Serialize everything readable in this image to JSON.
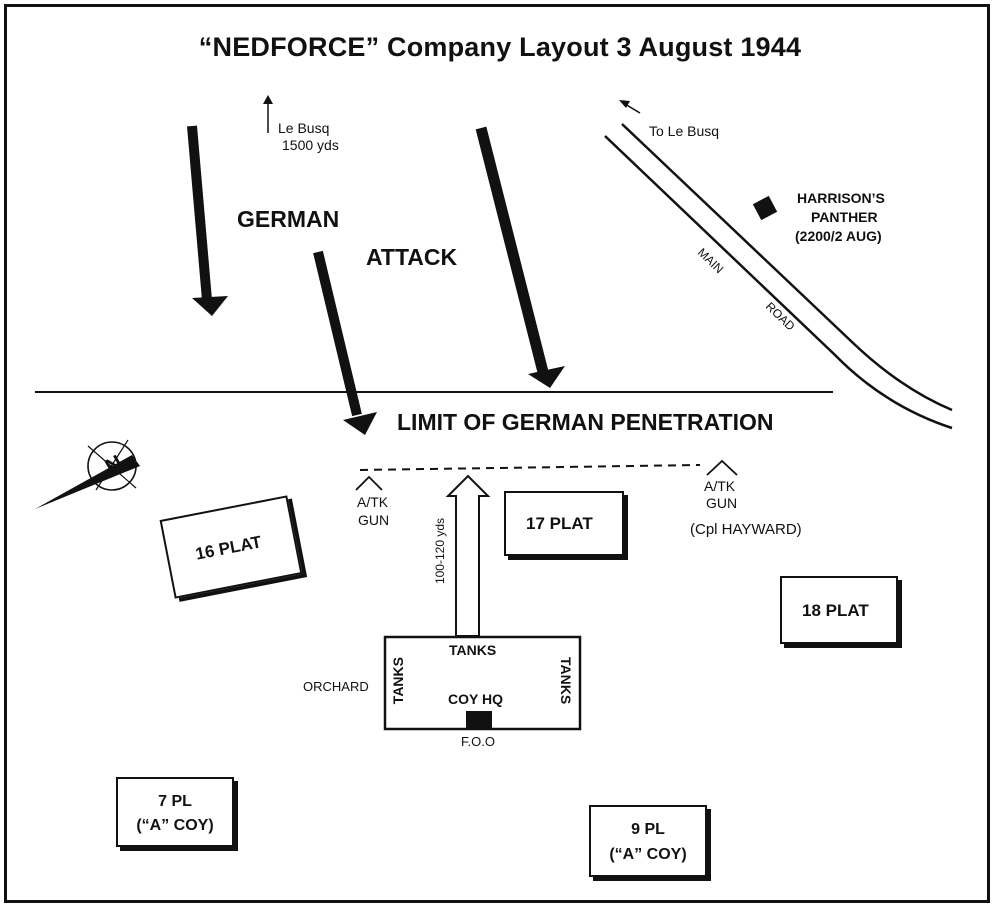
{
  "title": "“NEDFORCE” Company Layout 3 August 1944",
  "labels": {
    "le_busq_north": [
      "Le Busq",
      "1500 yds"
    ],
    "to_le_busq": "To Le Busq",
    "german": "GERMAN",
    "attack": "ATTACK",
    "harrisons_panther": [
      "HARRISON’S",
      "PANTHER",
      "(2200/2 AUG)"
    ],
    "main": "MAIN",
    "road": "ROAD",
    "limit": "LIMIT OF GERMAN PENETRATION",
    "atk_gun_left": [
      "A/TK",
      "GUN"
    ],
    "atk_gun_right": [
      "A/TK",
      "GUN"
    ],
    "cpl_hayward": "(Cpl HAYWARD)",
    "yds": "100-120 yds",
    "tanks_top": "TANKS",
    "tanks_left": "TANKS",
    "tanks_right": "TANKS",
    "coy_hq": "COY HQ",
    "orchard": "ORCHARD",
    "foo": "F.O.O",
    "compass": "N"
  },
  "units": {
    "plat16": "16 PLAT",
    "plat17": "17 PLAT",
    "plat18": "18 PLAT",
    "pl7": [
      "7 PL",
      "(“A” COY)"
    ],
    "pl9": [
      "9 PL",
      "(“A” COY)"
    ]
  }
}
